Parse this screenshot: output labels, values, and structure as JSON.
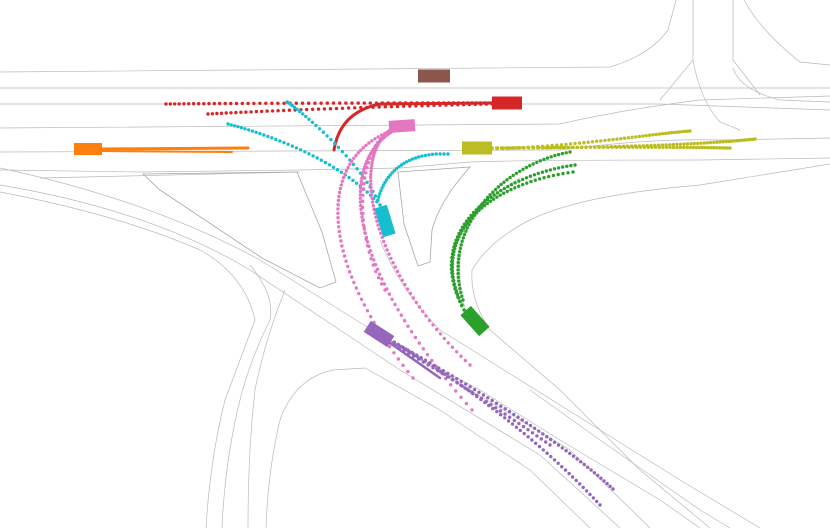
{
  "scene": {
    "background": "#ffffff",
    "line_color": "#b9b9b9"
  },
  "agents": [
    {
      "id": "orange",
      "color": "#ff7f0e",
      "heading": "west-east",
      "role": "vehicle"
    },
    {
      "id": "brown",
      "color": "#8c564b",
      "heading": "static",
      "role": "parked-vehicle"
    },
    {
      "id": "red",
      "color": "#d62728",
      "heading": "westbound",
      "role": "vehicle"
    },
    {
      "id": "pink",
      "color": "#e377c2",
      "heading": "northbound-turn",
      "role": "vehicle"
    },
    {
      "id": "olive",
      "color": "#bcbd22",
      "heading": "eastbound",
      "role": "vehicle"
    },
    {
      "id": "cyan",
      "color": "#17becf",
      "heading": "northbound-split",
      "role": "vehicle"
    },
    {
      "id": "green",
      "color": "#2ca02c",
      "heading": "right-turn",
      "role": "vehicle"
    },
    {
      "id": "purple",
      "color": "#9467bd",
      "heading": "southeast",
      "role": "vehicle"
    }
  ]
}
